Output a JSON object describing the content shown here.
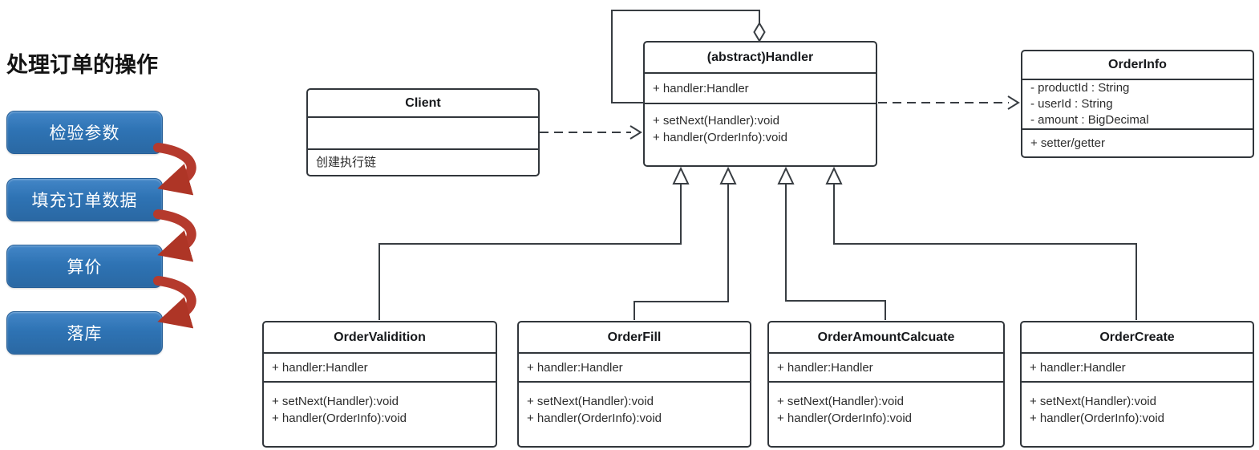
{
  "left_panel": {
    "title": "处理订单的操作",
    "steps": [
      "检验参数",
      "填充订单数据",
      "算价",
      "落库"
    ],
    "step_color": "#2e73b4",
    "arrow_color": "#b53a2d"
  },
  "diagram": {
    "line_color": "#383d42",
    "classes": {
      "client": {
        "title": "Client",
        "attributes": [],
        "methods": [
          "创建执行链"
        ]
      },
      "handler": {
        "title": "(abstract)Handler",
        "attributes": [
          "+ handler:Handler"
        ],
        "methods": [
          "+ setNext(Handler):void",
          "+ handler(OrderInfo):void"
        ]
      },
      "orderinfo": {
        "title": "OrderInfo",
        "attributes": [
          "- productId : String",
          "- userId : String",
          "- amount : BigDecimal"
        ],
        "methods": [
          "+ setter/getter"
        ]
      },
      "ordervalidition": {
        "title": "OrderValidition",
        "attributes": [
          "+ handler:Handler"
        ],
        "methods": [
          "+ setNext(Handler):void",
          "+ handler(OrderInfo):void"
        ]
      },
      "orderfill": {
        "title": "OrderFill",
        "attributes": [
          "+ handler:Handler"
        ],
        "methods": [
          "+ setNext(Handler):void",
          "+ handler(OrderInfo):void"
        ]
      },
      "orderamountcalcuate": {
        "title": "OrderAmountCalcuate",
        "attributes": [
          "+ handler:Handler"
        ],
        "methods": [
          "+ setNext(Handler):void",
          "+ handler(OrderInfo):void"
        ]
      },
      "ordercreate": {
        "title": "OrderCreate",
        "attributes": [
          "+ handler:Handler"
        ],
        "methods": [
          "+ setNext(Handler):void",
          "+ handler(OrderInfo):void"
        ]
      }
    },
    "relations": [
      {
        "type": "aggregation",
        "from": "(abstract)Handler",
        "to": "(abstract)Handler"
      },
      {
        "type": "dashed-dependency",
        "from": "Client",
        "to": "(abstract)Handler"
      },
      {
        "type": "dashed-dependency",
        "from": "(abstract)Handler",
        "to": "OrderInfo"
      },
      {
        "type": "generalization",
        "from": "OrderValidition",
        "to": "(abstract)Handler"
      },
      {
        "type": "generalization",
        "from": "OrderFill",
        "to": "(abstract)Handler"
      },
      {
        "type": "generalization",
        "from": "OrderAmountCalcuate",
        "to": "(abstract)Handler"
      },
      {
        "type": "generalization",
        "from": "OrderCreate",
        "to": "(abstract)Handler"
      }
    ]
  }
}
